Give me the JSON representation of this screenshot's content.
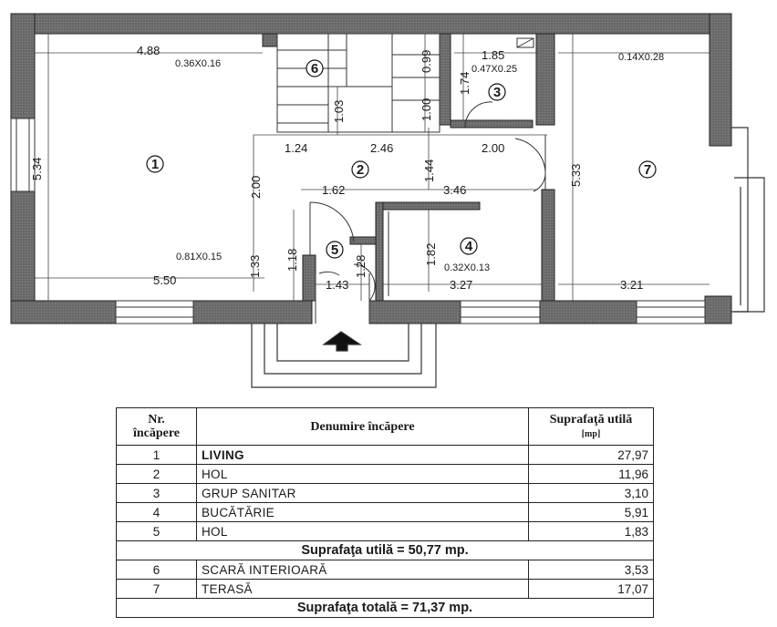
{
  "plan": {
    "rooms": [
      {
        "no": "1"
      },
      {
        "no": "2"
      },
      {
        "no": "3"
      },
      {
        "no": "4"
      },
      {
        "no": "5"
      },
      {
        "no": "6"
      },
      {
        "no": "7"
      }
    ],
    "dimensions": {
      "d_488": "4.88",
      "d_036": "0.36X0.16",
      "d_534": "5.34",
      "d_550": "5.50",
      "d_081": "0.81X0.15",
      "d_124": "1.24",
      "d_246": "2.46",
      "d_200h": "2.00",
      "d_103": "1.03",
      "d_099": "0.99",
      "d_100": "1.00",
      "d_174": "1.74",
      "d_185": "1.85",
      "d_047": "0.47X0.25",
      "d_014": "0.14X0.28",
      "d_533": "5.33",
      "d_144": "1.44",
      "d_200v": "2.00",
      "d_162": "1.62",
      "d_346": "3.46",
      "d_133": "1.33",
      "d_118": "1.18",
      "d_128": "1.28",
      "d_143": "1.43",
      "d_182": "1.82",
      "d_032": "0.32X0.13",
      "d_327": "3.27",
      "d_321": "3.21"
    }
  },
  "table": {
    "header": {
      "nr": "Nr.",
      "nr2": "încăpere",
      "name": "Denumire încăpere",
      "area": "Suprafaţă utilă",
      "unit": "[mp]"
    },
    "rows": [
      {
        "nr": "1",
        "name": "LIVING",
        "area": "27,97"
      },
      {
        "nr": "2",
        "name": "HOL",
        "area": "11,96"
      },
      {
        "nr": "3",
        "name": "GRUP SANITAR",
        "area": "3,10"
      },
      {
        "nr": "4",
        "name": "BUCĂTĂRIE",
        "area": "5,91"
      },
      {
        "nr": "5",
        "name": "HOL",
        "area": "1,83"
      }
    ],
    "subtotal": "Suprafaţa utilă = 50,77 mp.",
    "rows2": [
      {
        "nr": "6",
        "name": "SCARĂ INTERIOARĂ",
        "area": "3,53"
      },
      {
        "nr": "7",
        "name": "TERASĂ",
        "area": "17,07"
      }
    ],
    "total": "Suprafaţa totală = 71,37 mp."
  }
}
